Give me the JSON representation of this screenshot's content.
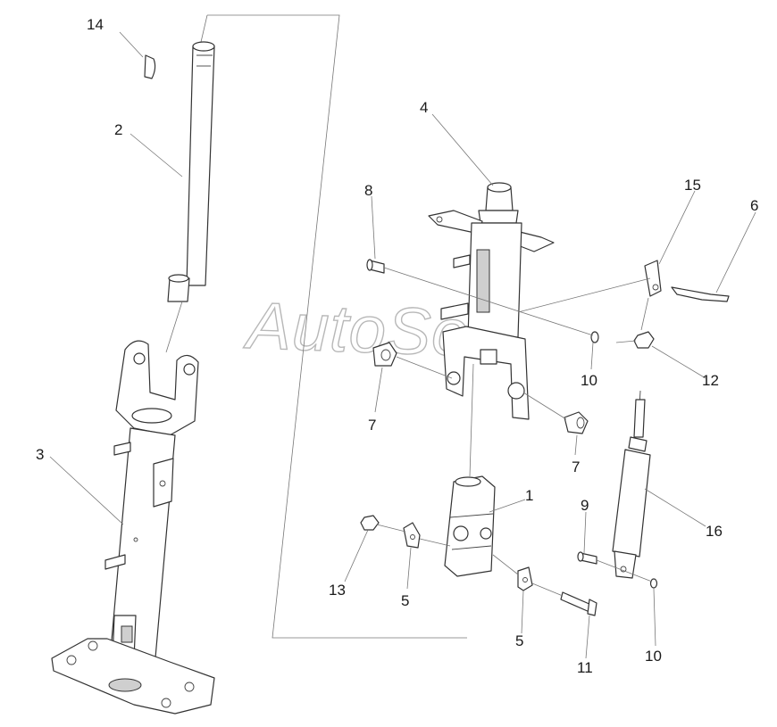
{
  "watermark": "AutoSoft",
  "callouts": [
    {
      "id": "14",
      "label": "14"
    },
    {
      "id": "2",
      "label": "2"
    },
    {
      "id": "3",
      "label": "3"
    },
    {
      "id": "4",
      "label": "4"
    },
    {
      "id": "8",
      "label": "8"
    },
    {
      "id": "15",
      "label": "15"
    },
    {
      "id": "6",
      "label": "6"
    },
    {
      "id": "10a",
      "label": "10"
    },
    {
      "id": "12",
      "label": "12"
    },
    {
      "id": "7a",
      "label": "7"
    },
    {
      "id": "7b",
      "label": "7"
    },
    {
      "id": "1",
      "label": "1"
    },
    {
      "id": "9",
      "label": "9"
    },
    {
      "id": "16",
      "label": "16"
    },
    {
      "id": "13",
      "label": "13"
    },
    {
      "id": "5a",
      "label": "5"
    },
    {
      "id": "5b",
      "label": "5"
    },
    {
      "id": "11",
      "label": "11"
    },
    {
      "id": "10b",
      "label": "10"
    }
  ]
}
